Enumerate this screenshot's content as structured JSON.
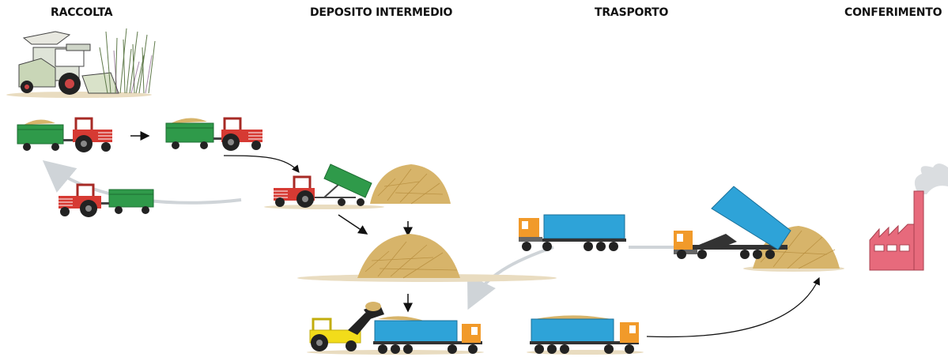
{
  "stages": [
    {
      "label": "RACCOLTA"
    },
    {
      "label": "DEPOSITO INTERMEDIO"
    },
    {
      "label": "TRASPORTO"
    },
    {
      "label": "CONFERIMENTO"
    }
  ],
  "colors": {
    "tractor_red": "#d63a33",
    "trailer_green": "#2f9a4a",
    "truck_blue": "#2ea3d8",
    "cab_orange": "#f19a2a",
    "loader_yellow": "#f2dc1a",
    "factory_pink": "#e76a7c",
    "straw": "#d7b46a",
    "arrow_gray": "#cfd4d8",
    "arrow_black": "#111111"
  }
}
